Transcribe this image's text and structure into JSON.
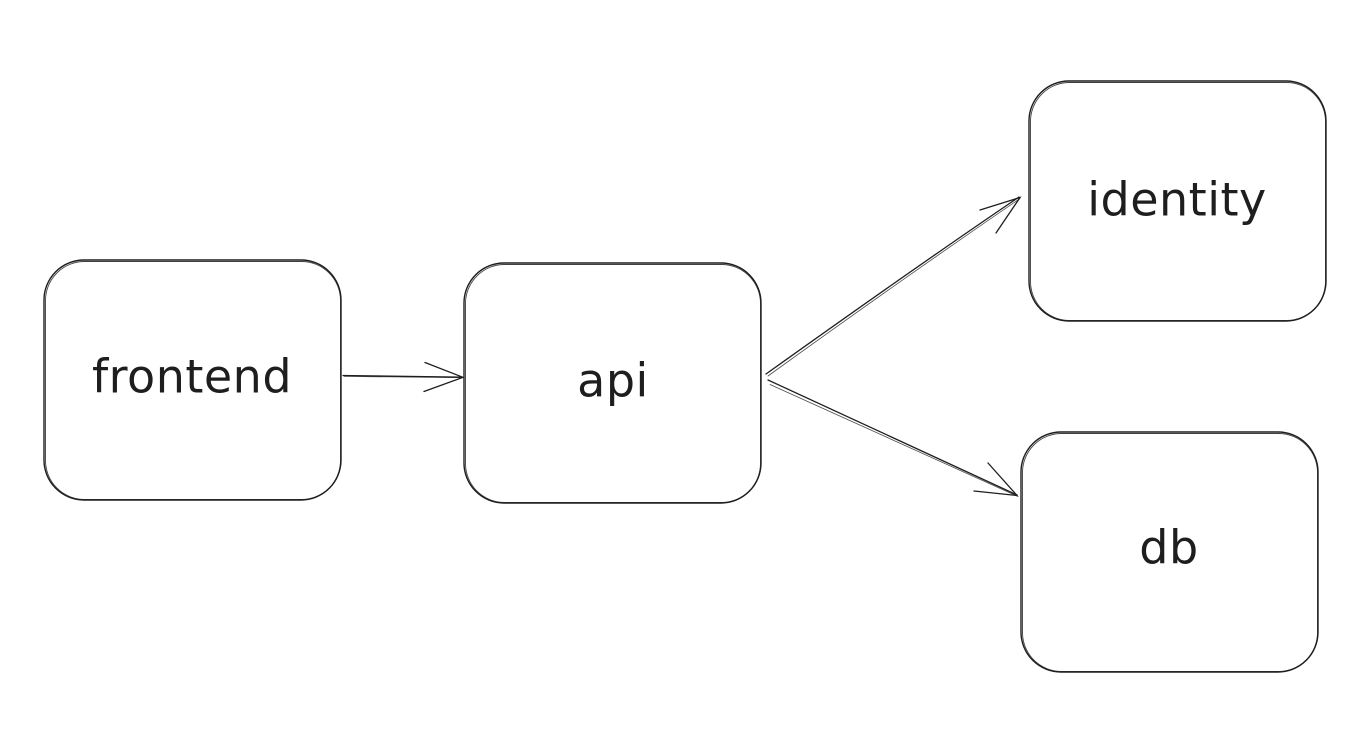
{
  "diagram": {
    "stroke_color": "#1e1e1e",
    "background_color": "#ffffff",
    "nodes": [
      {
        "id": "frontend",
        "label": "frontend"
      },
      {
        "id": "api",
        "label": "api"
      },
      {
        "id": "identity",
        "label": "identity"
      },
      {
        "id": "db",
        "label": "db"
      }
    ],
    "edges": [
      {
        "from": "frontend",
        "to": "api"
      },
      {
        "from": "api",
        "to": "identity"
      },
      {
        "from": "api",
        "to": "db"
      }
    ]
  }
}
